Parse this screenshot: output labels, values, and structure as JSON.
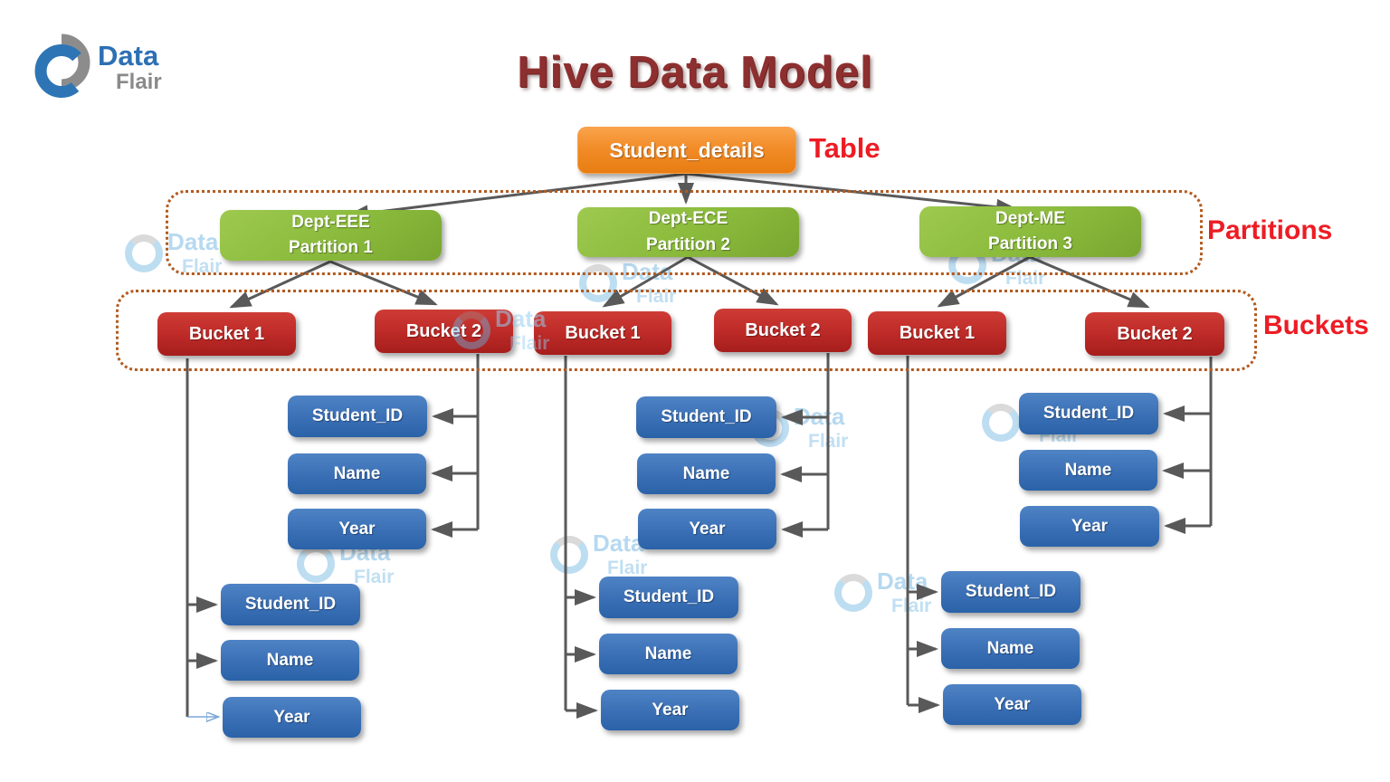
{
  "logo": {
    "data": "Data",
    "flair": "Flair"
  },
  "title": "Hive Data Model",
  "table_box": {
    "label": "Student_details"
  },
  "annotations": {
    "table": "Table",
    "partitions": "Partitions",
    "buckets": "Buckets"
  },
  "partitions": [
    {
      "dept": "Dept-EEE",
      "partition": "Partition 1"
    },
    {
      "dept": "Dept-ECE",
      "partition": "Partition 2"
    },
    {
      "dept": "Dept-ME",
      "partition": "Partition 3"
    }
  ],
  "buckets": [
    "Bucket  1",
    "Bucket 2",
    "Bucket 1",
    "Bucket 2",
    "Bucket 1",
    "Bucket 2"
  ],
  "field_labels": [
    "Student_ID",
    "Name",
    "Year"
  ],
  "watermark": {
    "data": "Data",
    "flair": "Flair"
  },
  "colors": {
    "title": "#8E2F2F",
    "table_box": "#F28C28",
    "partition_box": "#8ABA3C",
    "bucket_box": "#BE2B28",
    "field_box": "#3A6FB5",
    "annotation_red": "#ED1C24",
    "dashed_border": "#B35A1F",
    "arrow": "#595959",
    "logo_blue": "#2D70B3",
    "logo_gray": "#8A8A8A"
  }
}
